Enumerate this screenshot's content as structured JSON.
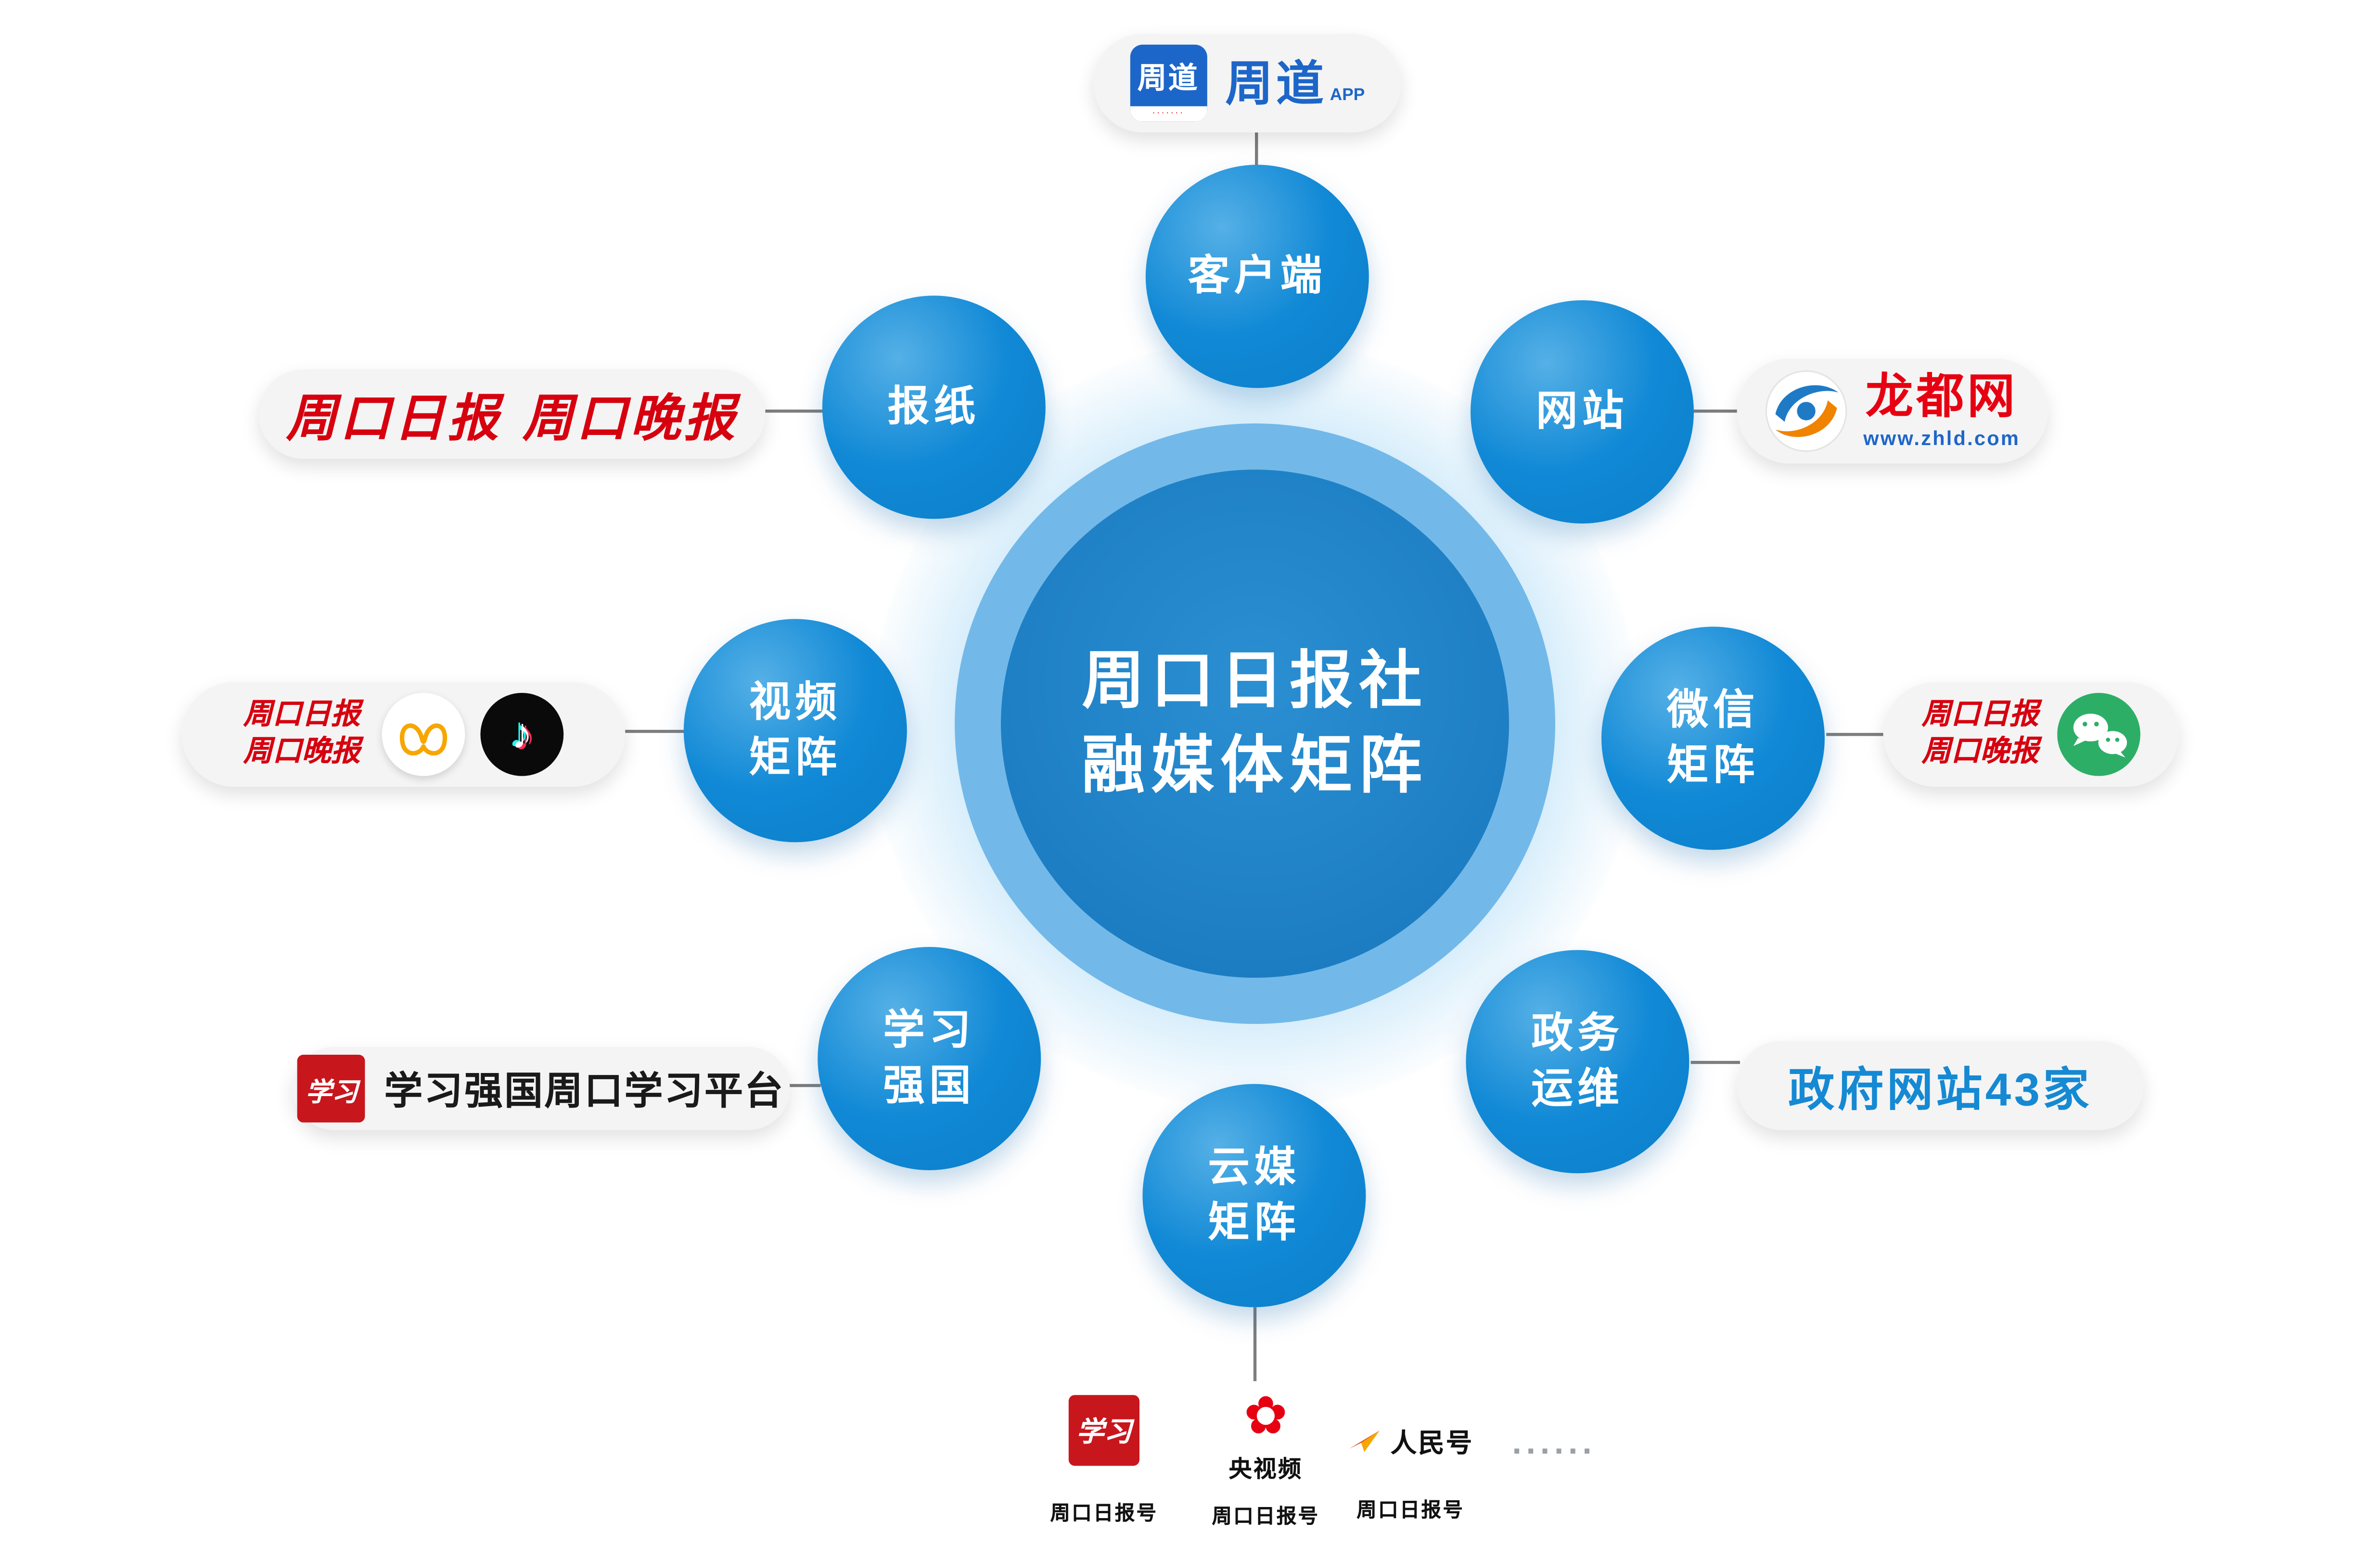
{
  "title": "周口日报社融媒体矩阵",
  "center": {
    "line1": "周口日报社",
    "line2": "融媒体矩阵"
  },
  "nodes": {
    "client": {
      "label": "客户端"
    },
    "website": {
      "label": "网站"
    },
    "wechat": {
      "line1": "微信",
      "line2": "矩阵"
    },
    "gov": {
      "line1": "政务",
      "line2": "运维"
    },
    "cloud": {
      "line1": "云媒",
      "line2": "矩阵"
    },
    "xuexi": {
      "line1": "学习",
      "line2": "强国"
    },
    "video": {
      "line1": "视频",
      "line2": "矩阵"
    },
    "paper": {
      "label": "报纸"
    }
  },
  "callouts": {
    "zhoudao": {
      "logo_text": "周道",
      "tagline_dots": "·······",
      "name": "周道",
      "suffix": "APP"
    },
    "longdu": {
      "name": "龙都网",
      "url": "www.zhld.com"
    },
    "wechat_accounts": {
      "line1": "周口日报",
      "line2": "周口晚报"
    },
    "gov_sites": {
      "text": "政府网站43家"
    },
    "xuexi_platform": {
      "logo_text": "学习",
      "text": "学习强国周口学习平台"
    },
    "video_accounts": {
      "line1": "周口日报",
      "line2": "周口晚报"
    },
    "newspapers": {
      "text": "周口日报  周口晚报"
    }
  },
  "bottom_row": {
    "xuexi": {
      "logo_text": "学习",
      "caption": "周口日报号"
    },
    "yangshipin": {
      "name": "央视频",
      "caption": "周口日报号"
    },
    "renminhao": {
      "name": "人民号",
      "caption": "周口日报号"
    },
    "dots": "......"
  },
  "colors": {
    "node_blue": "#0d82cc",
    "core_blue": "#1e81c5",
    "ring_blue": "#72b9e9",
    "halo_blue": "#d8eefb",
    "calligraphy_red": "#d6000f",
    "brand_blue": "#1d66c9",
    "longdu_red": "#e60012",
    "gov_text_blue": "#1589d3",
    "wechat_green": "#2dae67",
    "xuexi_red": "#c8161d"
  }
}
